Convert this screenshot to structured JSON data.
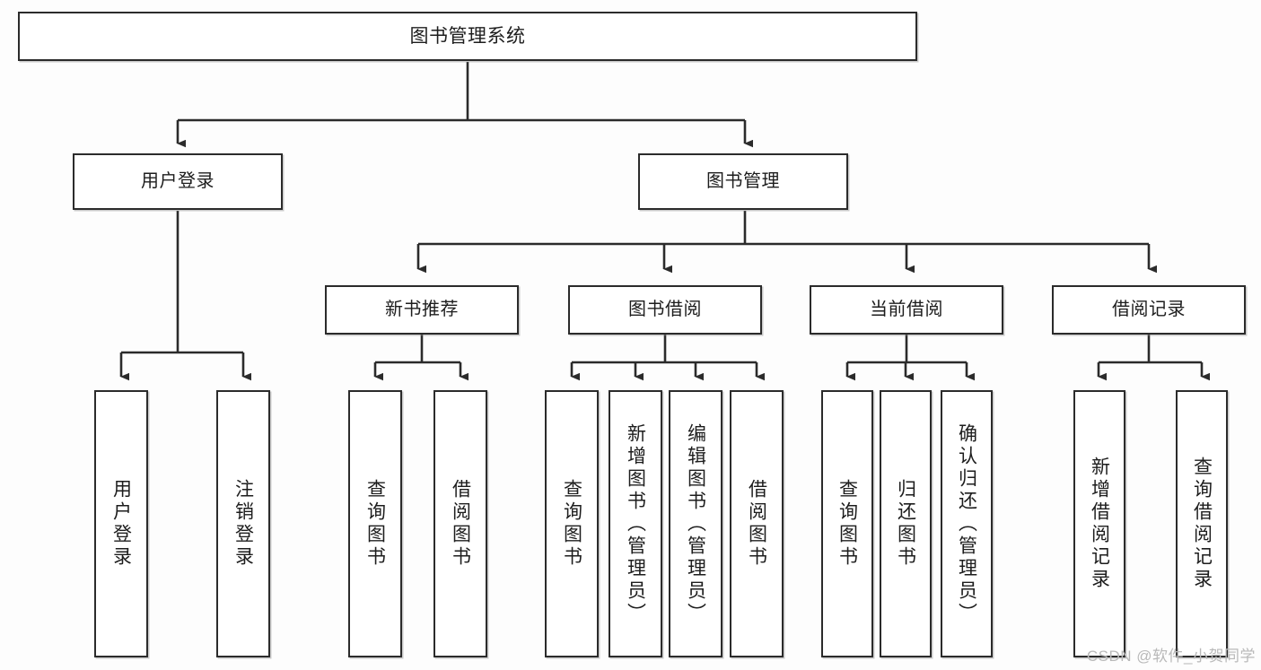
{
  "diagram": {
    "title": "图书管理系统",
    "type": "hierarchy-tree",
    "root": {
      "id": "root",
      "label": "图书管理系统"
    },
    "level2": [
      {
        "id": "user-login",
        "label": "用户登录"
      },
      {
        "id": "book-manage",
        "label": "图书管理"
      }
    ],
    "level3": [
      {
        "id": "new-book-recommend",
        "label": "新书推荐"
      },
      {
        "id": "book-borrow",
        "label": "图书借阅"
      },
      {
        "id": "current-borrow",
        "label": "当前借阅"
      },
      {
        "id": "borrow-record",
        "label": "借阅记录"
      }
    ],
    "leaves": [
      {
        "id": "leaf-user-login",
        "label": "用户登录",
        "parent": "user-login"
      },
      {
        "id": "leaf-user-logout",
        "label": "注销登录",
        "parent": "user-login"
      },
      {
        "id": "leaf-query-book-1",
        "label": "查询图书",
        "parent": "new-book-recommend"
      },
      {
        "id": "leaf-borrow-book-1",
        "label": "借阅图书",
        "parent": "new-book-recommend"
      },
      {
        "id": "leaf-query-book-2",
        "label": "查询图书",
        "parent": "book-borrow"
      },
      {
        "id": "leaf-add-book",
        "label": "新增图书（管理员）",
        "parent": "book-borrow"
      },
      {
        "id": "leaf-edit-book",
        "label": "编辑图书（管理员）",
        "parent": "book-borrow"
      },
      {
        "id": "leaf-borrow-book-2",
        "label": "借阅图书",
        "parent": "book-borrow"
      },
      {
        "id": "leaf-query-book-3",
        "label": "查询图书",
        "parent": "current-borrow"
      },
      {
        "id": "leaf-return-book",
        "label": "归还图书",
        "parent": "current-borrow"
      },
      {
        "id": "leaf-confirm-return",
        "label": "确认归还（管理员）",
        "parent": "current-borrow"
      },
      {
        "id": "leaf-add-record",
        "label": "新增借阅记录",
        "parent": "borrow-record"
      },
      {
        "id": "leaf-query-record",
        "label": "查询借阅记录",
        "parent": "borrow-record"
      }
    ]
  },
  "watermark": {
    "text": "CSDN @软件_小贺同学"
  },
  "colors": {
    "border": "#2b2b2b",
    "text": "#1d1d1d",
    "background": "#fdfdfd",
    "watermark": "#b9b9b9"
  }
}
